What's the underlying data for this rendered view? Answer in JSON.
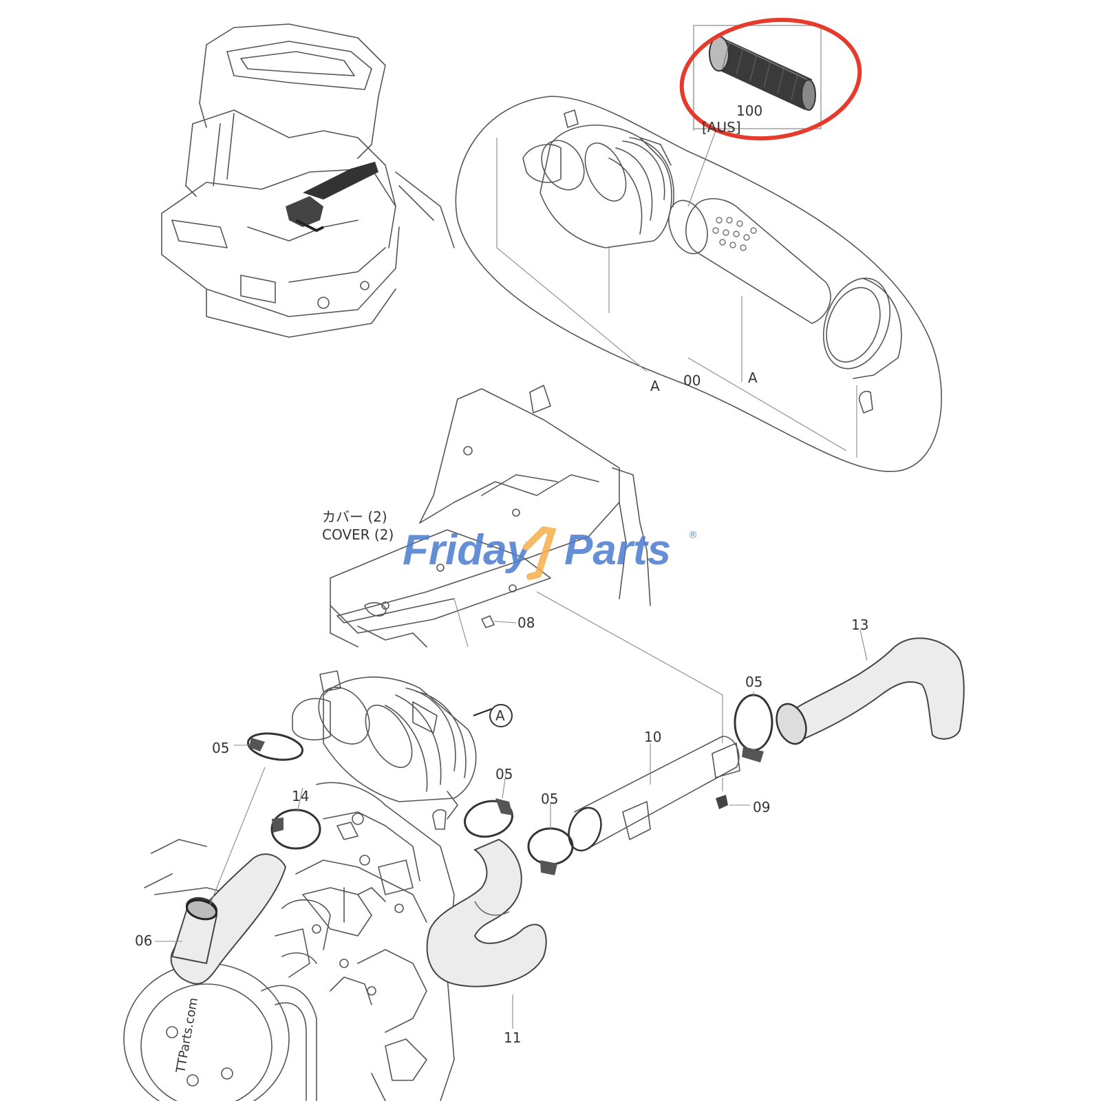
{
  "labels": {
    "filter_element": "100",
    "aus": "[AUS]",
    "detail_left_a": "A",
    "detail_center": "00",
    "detail_right_a": "A",
    "cover_jp": "カバー (2)",
    "cover_en": "COVER (2)",
    "bolt_08": "08",
    "assembly_a": "A",
    "clamp_05_left": "05",
    "clamp_05_mid": "05",
    "clamp_05_lower": "05",
    "clamp_05_right": "05",
    "hose_06": "06",
    "clamp_14": "14",
    "pipe_10": "10",
    "bolt_09": "09",
    "hose_11": "11",
    "hose_13": "13",
    "side_text": "TTParts.com"
  },
  "watermark": {
    "part1": "Friday",
    "part2": "Parts",
    "reg": "®",
    "color_primary": "#4a7bd0",
    "color_accent": "#f5b04a"
  },
  "highlight_color": "#e53b2c"
}
